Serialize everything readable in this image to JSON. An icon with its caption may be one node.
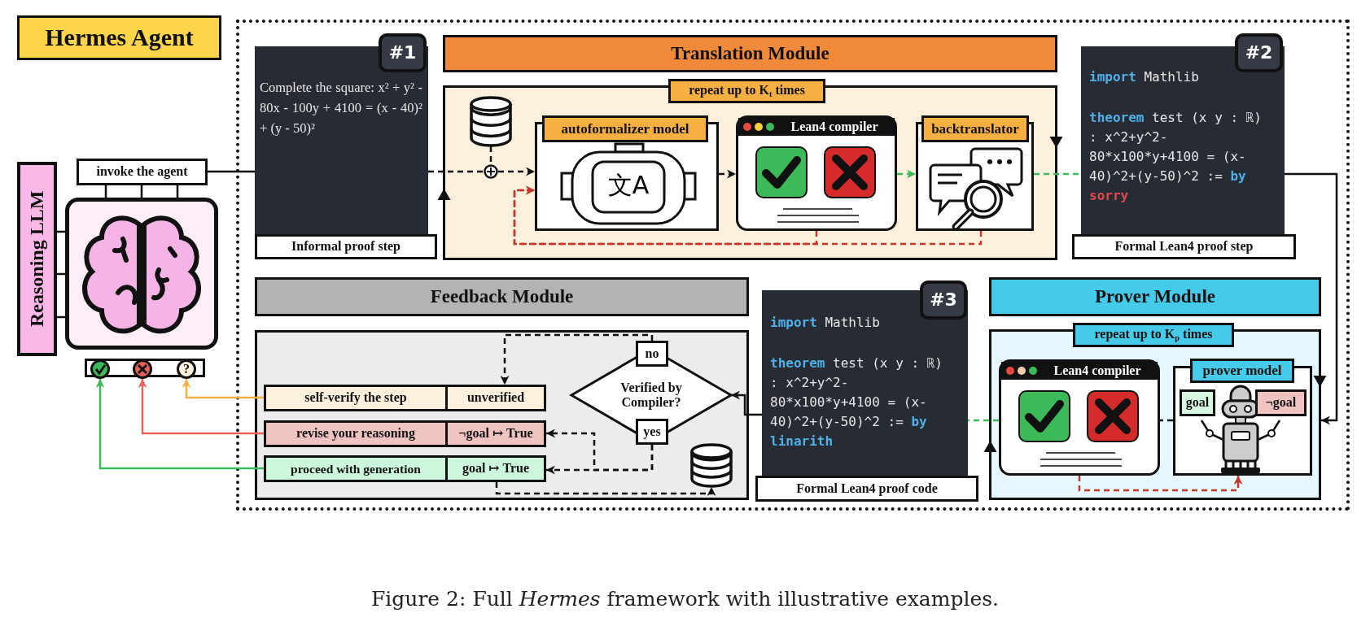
{
  "diagram": {
    "caption": "Figure 2: Full *Hermes* framework with illustrative examples.",
    "nodes": [
      {
        "text": [
          "Hermes Agent"
        ]
      },
      {
        "text": [
          "Reasoning LLM"
        ]
      },
      {
        "text": [
          "invoke the agent"
        ]
      },
      {
        "text": [],
        "shape": "picture"
      },
      {
        "text": [],
        "shape": "circle"
      },
      {
        "text": [],
        "shape": "circle"
      },
      {
        "text": [
          "?"
        ]
      },
      {
        "text": [
          "#1",
          "Complete the square: x² + y² - 80x - 100y + 4100 = (x - 40)² + (y - 50)²",
          "Informal proof step"
        ]
      },
      {
        "text": [
          "Translation Module"
        ]
      },
      {
        "text": [
          "repeat up to K$_{t}$ times"
        ]
      },
      {
        "text": [],
        "shape": "cylinder",
        "in": 9
      },
      {
        "text": [],
        "shape": "circle",
        "in": 9
      },
      {
        "text": [
          "autoformalizer model"
        ],
        "in": 9
      },
      {
        "text": [
          "Lean4 compiler"
        ],
        "in": 9
      },
      {
        "text": [
          "backtranslator"
        ],
        "in": 9
      },
      {
        "text": [
          "#2",
          "**import** Mathlib",
          "**theorem** test (x y : ℝ) : x^2+y^2-80*x100*y+4100 = (x-40)^2+(y-50)^2 := **by** **sorry**",
          "Formal Lean4 proof step"
        ]
      },
      {
        "text": [
          "Feedback Module"
        ]
      },
      {
        "text": [],
        "shape": "box"
      },
      {
        "text": [
          "self-verify the step"
        ],
        "in": 17
      },
      {
        "text": [
          "unverified"
        ],
        "in": 17
      },
      {
        "text": [
          "revise your reasoning"
        ],
        "in": 17
      },
      {
        "text": [
          "¬goal ↦ True"
        ],
        "in": 17
      },
      {
        "text": [
          "proceed with generation"
        ],
        "in": 17
      },
      {
        "text": [
          "goal ↦ True"
        ],
        "in": 17
      },
      {
        "text": [
          "Verified by Compiler?"
        ],
        "in": 17
      },
      {
        "text": [
          "no"
        ],
        "in": 17
      },
      {
        "text": [
          "yes"
        ],
        "in": 17
      },
      {
        "text": [],
        "shape": "cylinder",
        "in": 17
      },
      {
        "text": [
          "#3",
          "**import** Mathlib",
          "**theorem** test (x y : ℝ) : x^2+y^2-80*x100*y+4100 = (x-40)^2+(y-50)^2 := **by** **linarith**",
          "Formal Lean4 proof code"
        ]
      },
      {
        "text": [
          "Prover Module"
        ]
      },
      {
        "text": [
          "repeat up to K$_{p}$ times"
        ]
      },
      {
        "text": [
          "Lean4 compiler"
        ],
        "in": 30
      },
      {
        "text": [
          "prover model"
        ],
        "in": 30
      },
      {
        "text": [
          "goal"
        ],
        "in": 32
      },
      {
        "text": [
          "¬goal"
        ],
        "in": 32
      }
    ],
    "edges": [
      {
        "from": 2,
        "to": 7,
        "arrow": "none"
      },
      {
        "from": 2,
        "to": 3,
        "arrow": "none"
      },
      {
        "from": 2,
        "to": 3,
        "arrow": "none"
      },
      {
        "from": 2,
        "to": 3,
        "arrow": "none"
      },
      {
        "from": 1,
        "to": 3,
        "arrow": "none"
      },
      {
        "from": 1,
        "to": 3,
        "arrow": "none"
      },
      {
        "from": 1,
        "to": 3,
        "arrow": "none"
      },
      {
        "from": 7,
        "to": 11,
        "arrow": "none",
        "style": "dashed"
      },
      {
        "from": 10,
        "to": 11,
        "arrow": "none",
        "style": "dashed"
      },
      {
        "from": 11,
        "to": 12,
        "arrow": "to",
        "style": "dashed"
      },
      {
        "from": 12,
        "to": 13,
        "arrow": "to",
        "style": "dashed"
      },
      {
        "from": 13,
        "to": 14,
        "arrow": "to",
        "style": "dashed",
        "color": "#3cb95a"
      },
      {
        "from": 13,
        "to": 12,
        "arrow": "to",
        "style": "dashed",
        "color": "#c0392b"
      },
      {
        "from": 14,
        "to": 12,
        "arrow": "to",
        "style": "dashed",
        "color": "#c0392b"
      },
      {
        "from": 14,
        "to": 15,
        "arrow": "none",
        "style": "dashed",
        "color": "#3cb95a"
      },
      {
        "from": 15,
        "to": 30,
        "arrow": "to"
      },
      {
        "from": 32,
        "to": 31,
        "arrow": "none",
        "style": "dashed"
      },
      {
        "from": 31,
        "to": 32,
        "arrow": "to",
        "style": "dashed",
        "color": "#c0392b"
      },
      {
        "from": 31,
        "to": 28,
        "arrow": "none",
        "style": "dashed",
        "color": "#3cb95a"
      },
      {
        "from": 28,
        "to": 24,
        "arrow": "to"
      },
      {
        "from": 25,
        "to": 19,
        "arrow": "to",
        "style": "dashed"
      },
      {
        "from": 26,
        "to": 21,
        "arrow": "to",
        "style": "dashed"
      },
      {
        "from": 26,
        "to": 23,
        "arrow": "to",
        "style": "dashed"
      },
      {
        "from": 23,
        "to": 27,
        "arrow": "to",
        "style": "dashed"
      },
      {
        "from": 18,
        "to": 6,
        "arrow": "to",
        "color": "#f5b041"
      },
      {
        "from": 20,
        "to": 5,
        "arrow": "to",
        "color": "#e8605a"
      },
      {
        "from": 22,
        "to": 4,
        "arrow": "to",
        "color": "#3cba5a"
      }
    ],
    "labels": [
      "文A"
    ]
  }
}
